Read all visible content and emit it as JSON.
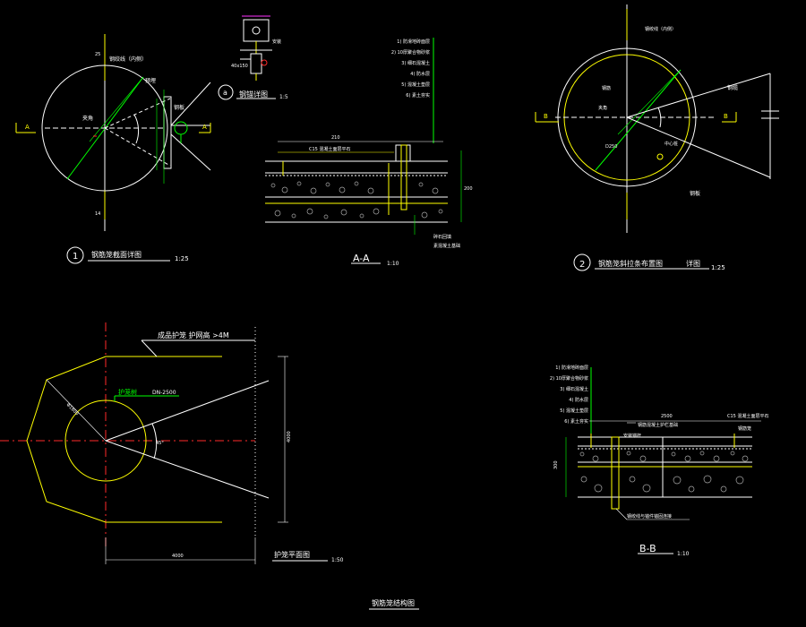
{
  "colors": {
    "background": "#000000",
    "line_white": "#ffffff",
    "line_yellow": "#ffff00",
    "line_green": "#00ff00",
    "line_red": "#ff2a2a",
    "line_magenta": "#ff33ff",
    "line_cyan": "#00ffff"
  },
  "detail1": {
    "number": "1",
    "title": "钢筋笼截面详图",
    "scale": "1:25",
    "section_mark": "A",
    "label_cable": "钢绞线（内侧）",
    "label_angle": "夹角",
    "label_embed": "预埋",
    "label_steel": "钢板",
    "dim_top": "25",
    "dim_bottom": "14"
  },
  "detail_a": {
    "number": "a",
    "title": "钢锚详图",
    "scale": "1:5",
    "dim_label": "40x150",
    "label_side": "安装"
  },
  "section_aa": {
    "title": "A-A",
    "scale": "1:10",
    "layers": [
      "1) 防滑地砖面层",
      "2) 10厚聚合物砂浆",
      "3) 细石混凝土",
      "4) 防水层",
      "5) 混凝土垫层",
      "6) 素土夯实"
    ],
    "top_note": "C15 混凝土面层平石",
    "dim_total": "210",
    "dim_right": "200",
    "note_bottom1": "碎石回填",
    "note_bottom2": "素混凝土基础"
  },
  "detail2": {
    "number": "2",
    "title": "钢筋笼斜拉条布置图",
    "title_tail": "详图",
    "scale": "1:25",
    "section_mark": "B",
    "label_top": "钢绞线（内侧）",
    "label_rebar": "钢筋",
    "label_angle": "夹角",
    "label_cable": "钢缆",
    "label_center": "中心桩",
    "label_ring": "钢板",
    "label_dim": "D250"
  },
  "plan": {
    "title": "护笼平面图",
    "scale": "1:50",
    "heading": "成品护笼  护网高 >4M",
    "circle_label": "护笼树",
    "circle_dim": "DN-2500",
    "dim_bottom": "4000",
    "dim_right": "4000",
    "dim_diag": "Φ1800",
    "dim_angle": "45°"
  },
  "section_bb": {
    "title": "B-B",
    "scale": "1:10",
    "layers": [
      "1) 防滑地砖面层",
      "2) 10厚聚合物砂浆",
      "3) 细石混凝土",
      "4) 防水层",
      "5) 混凝土垫层",
      "6) 素土夯实"
    ],
    "dim_total": "2500",
    "top_label": "钢筋混凝土护栏基础",
    "right_label1": "C15 混凝土面层平石",
    "right_label2": "钢筋笼",
    "mid_label": "安装锚杆",
    "bottom_note": "钢绞线与锚件锚固连接",
    "left_dim": "300"
  },
  "sheet_title": "钢筋笼结构图"
}
